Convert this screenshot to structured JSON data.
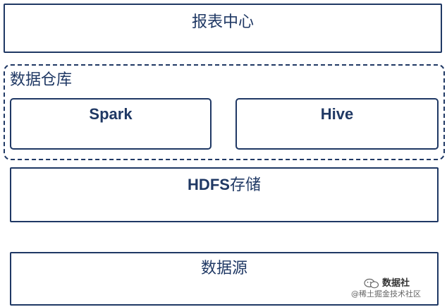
{
  "report_center": {
    "label": "报表中心"
  },
  "data_warehouse": {
    "title": "数据仓库",
    "spark": {
      "label": "Spark"
    },
    "hive": {
      "label": "Hive"
    }
  },
  "hdfs": {
    "bold_label": "HDFS",
    "label": "存储"
  },
  "data_source": {
    "label": "数据源"
  },
  "watermark": {
    "brand": "数据社",
    "sub": "@稀土掘金技术社区",
    "icon": "chat-bubble-icon"
  },
  "colors": {
    "stroke": "#1f3864",
    "text": "#1f3864",
    "background": "#ffffff"
  }
}
